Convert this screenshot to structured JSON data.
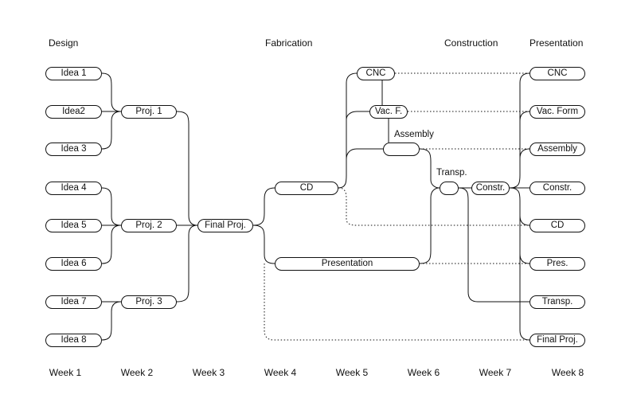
{
  "phases": {
    "design": "Design",
    "fabrication": "Fabrication",
    "construction": "Construction",
    "presentation": "Presentation"
  },
  "weeks": [
    "Week 1",
    "Week 2",
    "Week 3",
    "Week 4",
    "Week 5",
    "Week 6",
    "Week 7",
    "Week 8"
  ],
  "nodes": {
    "idea1": "Idea 1",
    "idea2": "Idea2",
    "idea3": "Idea 3",
    "idea4": "Idea 4",
    "idea5": "Idea 5",
    "idea6": "Idea 6",
    "idea7": "Idea 7",
    "idea8": "Idea 8",
    "proj1": "Proj. 1",
    "proj2": "Proj. 2",
    "proj3": "Proj. 3",
    "final_proj": "Final Proj.",
    "cd": "CD",
    "presentation": "Presentation",
    "cnc": "CNC",
    "vac_f": "Vac. F.",
    "assembly": "",
    "transp": "",
    "constr": "Constr."
  },
  "annotations": {
    "assembly": "Assembly",
    "transp": "Transp."
  },
  "outputs": {
    "cnc": "CNC",
    "vac_form": "Vac. Form",
    "assembly": "Assembly",
    "constr": "Constr.",
    "cd": "CD",
    "pres": "Pres.",
    "transp": "Transp.",
    "final_proj": "Final Proj."
  }
}
